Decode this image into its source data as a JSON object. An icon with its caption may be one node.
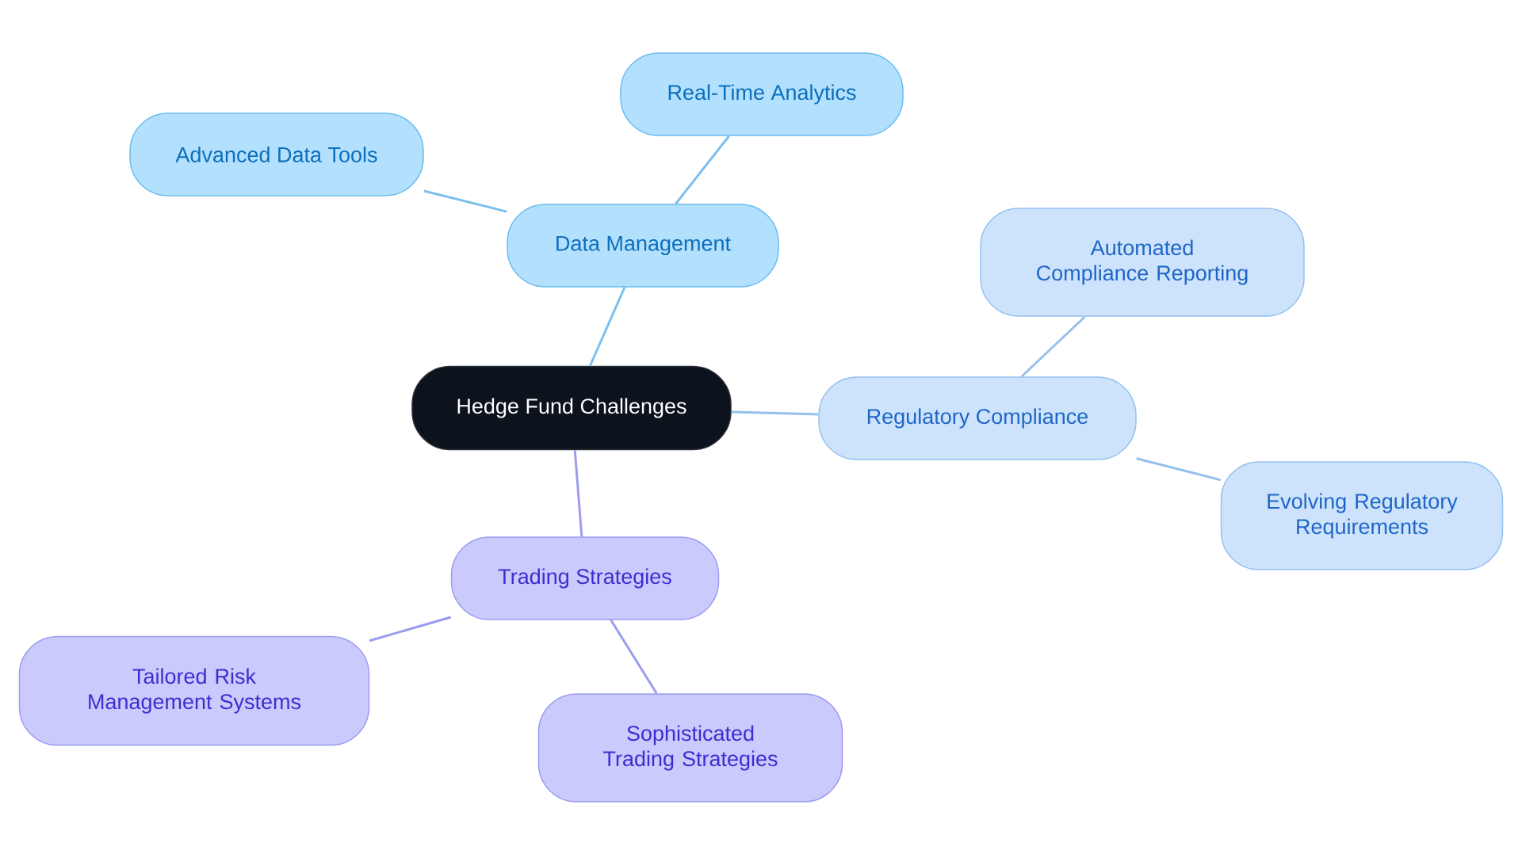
{
  "diagram": {
    "nodes": [
      {
        "text": [
          "Hedge Fund Challenges"
        ]
      },
      {
        "text": [
          "Data Management"
        ]
      },
      {
        "text": [
          "Advanced Data Tools"
        ]
      },
      {
        "text": [
          "Real-Time Analytics"
        ]
      },
      {
        "text": [
          "Regulatory Compliance"
        ]
      },
      {
        "text": [
          "Automated Compliance Reporting"
        ]
      },
      {
        "text": [
          "Evolving Regulatory Requirements"
        ]
      },
      {
        "text": [
          "Trading Strategies"
        ]
      },
      {
        "text": [
          "Tailored Risk Management Systems"
        ]
      },
      {
        "text": [
          "Sophisticated Trading Strategies"
        ]
      }
    ],
    "edges": [
      {
        "from": 0,
        "to": 1,
        "arrow": "none",
        "color": "#7cc0ec"
      },
      {
        "from": 1,
        "to": 2,
        "arrow": "none",
        "color": "#7cc0ec"
      },
      {
        "from": 1,
        "to": 3,
        "arrow": "none",
        "color": "#7cc0ec"
      },
      {
        "from": 0,
        "to": 4,
        "arrow": "none",
        "color": "#94c0ee"
      },
      {
        "from": 4,
        "to": 5,
        "arrow": "none",
        "color": "#94c0ee"
      },
      {
        "from": 4,
        "to": 6,
        "arrow": "none",
        "color": "#94c0ee"
      },
      {
        "from": 0,
        "to": 7,
        "arrow": "none",
        "color": "#9c9cf0"
      },
      {
        "from": 7,
        "to": 8,
        "arrow": "none",
        "color": "#9c9cf0"
      },
      {
        "from": 7,
        "to": 9,
        "arrow": "none",
        "color": "#9c9cf0"
      }
    ]
  }
}
